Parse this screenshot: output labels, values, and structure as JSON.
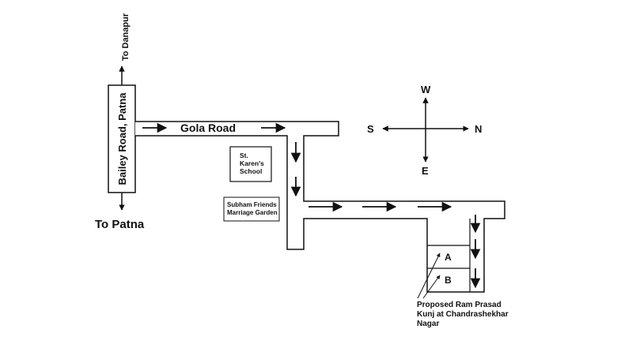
{
  "labels": {
    "to_danapur": "To Danapur",
    "bailey_road": "Bailey Road, Patna",
    "to_patna": "To Patna",
    "gola_road": "Gola Road",
    "school_line1": "St.",
    "school_line2": "Karen's",
    "school_line3": "School",
    "garden_line1": "Subham Friends",
    "garden_line2": "Marriage Garden",
    "plot_a": "A",
    "plot_b": "B",
    "proposed_line1": "Proposed Ram Prasad",
    "proposed_line2": "Kunj at Chandrashekhar",
    "proposed_line3": "Nagar"
  },
  "compass": {
    "north": "N",
    "south": "S",
    "east": "E",
    "west": "W"
  },
  "colors": {
    "ink": "#111111",
    "background": "#ffffff"
  }
}
